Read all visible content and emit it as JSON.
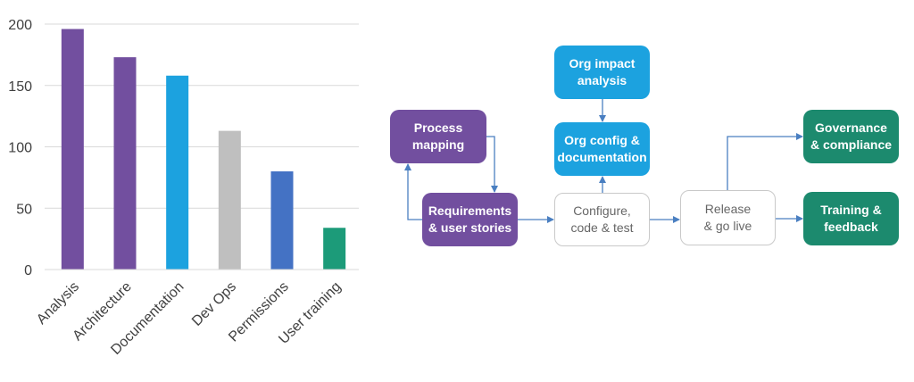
{
  "chart_data": {
    "type": "bar",
    "categories": [
      "Analysis",
      "Architecture",
      "Documentation",
      "Dev Ops",
      "Permissions",
      "User training"
    ],
    "values": [
      196,
      173,
      158,
      113,
      80,
      34
    ],
    "colors": [
      "#724f9f",
      "#724f9f",
      "#1ca2df",
      "#bfbfbf",
      "#4472c4",
      "#1c9b79"
    ],
    "ylim": [
      0,
      200
    ],
    "yticks": [
      0,
      50,
      100,
      150,
      200
    ],
    "grid": true,
    "legend": "none"
  },
  "flow": {
    "colors": {
      "purple": "#724f9f",
      "blue": "#1ca2df",
      "green": "#1c8a6e",
      "arrow": "#4a7fc1"
    },
    "nodes": [
      {
        "id": "process-mapping",
        "label": "Process\nmapping",
        "style": "purple"
      },
      {
        "id": "requirements",
        "label": "Requirements\n& user stories",
        "style": "purple"
      },
      {
        "id": "org-impact",
        "label": "Org impact\nanalysis",
        "style": "blue"
      },
      {
        "id": "org-config",
        "label": "Org config &\ndocumentation",
        "style": "blue"
      },
      {
        "id": "configure",
        "label": "Configure,\ncode & test",
        "style": "outline"
      },
      {
        "id": "release",
        "label": "Release\n& go live",
        "style": "outline"
      },
      {
        "id": "governance",
        "label": "Governance\n& compliance",
        "style": "green"
      },
      {
        "id": "training",
        "label": "Training &\nfeedback",
        "style": "green"
      }
    ]
  }
}
